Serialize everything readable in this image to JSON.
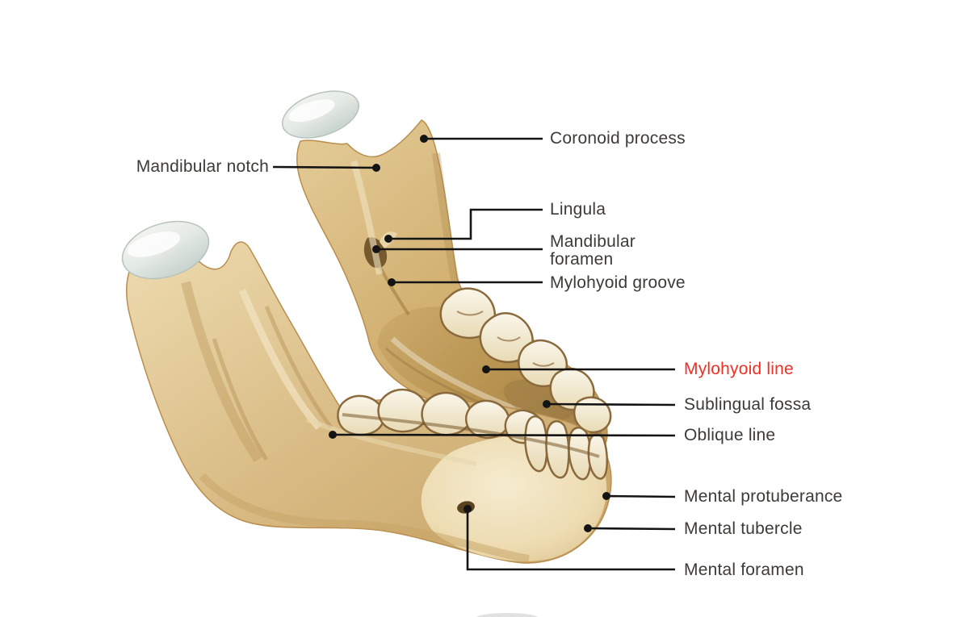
{
  "figure": {
    "subject": "Mandible",
    "colors": {
      "accent_red": "#ee3124",
      "label_text": "#3e3a37",
      "leader_line": "#141414",
      "bone_light": "#f3e8cb",
      "bone_mid": "#ddc08b",
      "bone_dark": "#ab884e",
      "cartilage_cap": "#e8ece8",
      "tooth": "#f5efdd"
    }
  },
  "labels": {
    "coronoid_process": {
      "text": "Coronoid process"
    },
    "mandibular_notch": {
      "text": "Mandibular notch"
    },
    "lingula": {
      "text": "Lingula"
    },
    "mandibular_foramen": {
      "text": "Mandibular foramen"
    },
    "mylohyoid_groove": {
      "text": "Mylohyoid groove"
    },
    "mylohyoid_line": {
      "text": "Mylohyoid line"
    },
    "sublingual_fossa": {
      "text": "Sublingual fossa"
    },
    "oblique_line": {
      "text": "Oblique line"
    },
    "mental_protuberance": {
      "text": "Mental protuberance"
    },
    "mental_tubercle": {
      "text": "Mental tubercle"
    },
    "mental_foramen": {
      "text": "Mental foramen"
    }
  }
}
